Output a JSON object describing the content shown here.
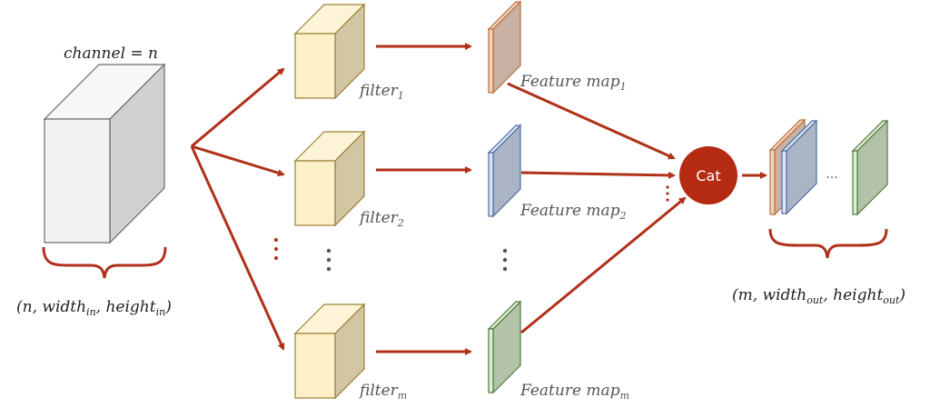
{
  "input": {
    "channel_label": "channel = n",
    "shape_label_prefix": "(n, width",
    "shape_sub1": "in",
    "shape_mid": ", height",
    "shape_sub2": "in",
    "shape_suffix": ")"
  },
  "filters": [
    {
      "label": "filter",
      "sub": "1"
    },
    {
      "label": "filter",
      "sub": "2"
    },
    {
      "label": "filter",
      "sub": "m"
    }
  ],
  "feature_maps": [
    {
      "label": "Feature map",
      "sub": "1",
      "color": "#c9b2a3",
      "edge": "#f4d2bb",
      "stroke": "#b8703d"
    },
    {
      "label": "Feature map",
      "sub": "2",
      "color": "#aab4c4",
      "edge": "#d9e4f6",
      "stroke": "#4f6ea0"
    },
    {
      "label": "Feature map",
      "sub": "m",
      "color": "#b3c3aa",
      "edge": "#dfeed4",
      "stroke": "#4f7a3c"
    }
  ],
  "concat": {
    "label": "Cat",
    "color": "#b52a13"
  },
  "output": {
    "ellipsis": "···",
    "shape_label_prefix": "(m, width",
    "shape_sub1": "out",
    "shape_mid": ", height",
    "shape_sub2": "out",
    "shape_suffix": ")"
  },
  "colors": {
    "arrow": "#b0311a",
    "filter_front": "#fdefc8",
    "filter_top": "#fdf4d8",
    "filter_side": "#d2c6a3",
    "filter_stroke": "#9c8036",
    "input_front": "#f2f2f2",
    "input_top": "#f7f7f7",
    "input_side": "#d0d0d0",
    "input_stroke": "#6a6a6a",
    "dots_gray": "#555555"
  }
}
